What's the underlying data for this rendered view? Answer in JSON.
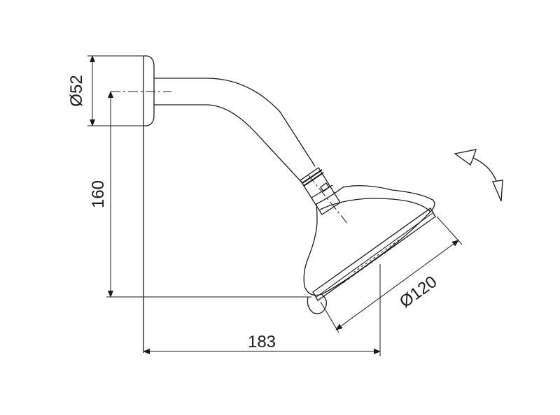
{
  "dimensions": {
    "flange_diameter": "Ø52",
    "height": "160",
    "reach": "183",
    "head_diameter": "Ø120"
  },
  "icons": {
    "rotation": "rotate-arrow-icon"
  },
  "colors": {
    "line": "#1a1a1a",
    "background": "#ffffff"
  }
}
